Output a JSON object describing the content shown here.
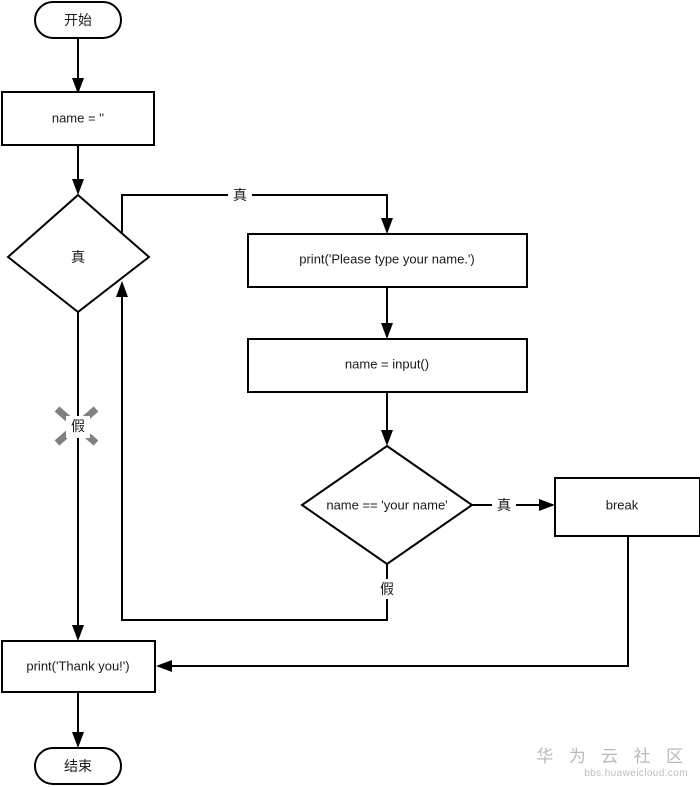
{
  "diagram": {
    "type": "flowchart",
    "title": "while-loop with break flowchart",
    "colors": {
      "stroke": "#000000",
      "fill": "#ffffff",
      "text": "#1a1a1a",
      "cut_mark": "#808080",
      "watermark": "#bdbdbd"
    },
    "nodes": {
      "start": {
        "label": "开始",
        "shape": "terminator"
      },
      "init": {
        "label": "name = ''",
        "shape": "process"
      },
      "while_cond": {
        "label": "真",
        "shape": "decision"
      },
      "print_prompt": {
        "label": "print('Please type your name.')",
        "shape": "process"
      },
      "read_input": {
        "label": "name = input()",
        "shape": "process"
      },
      "check_name": {
        "label": "name == 'your name'",
        "shape": "decision"
      },
      "break_stmt": {
        "label": "break",
        "shape": "process"
      },
      "print_thanks": {
        "label": "print('Thank you!')",
        "shape": "process"
      },
      "end": {
        "label": "结束",
        "shape": "terminator"
      }
    },
    "edge_labels": {
      "while_true": "真",
      "while_false": "假",
      "check_true": "真",
      "check_false": "假"
    },
    "markers": {
      "loop_cut": "scissor-cut-mark"
    }
  },
  "watermark": {
    "brand": "华 为 云 社 区",
    "url": "bbs.huaweicloud.com"
  }
}
